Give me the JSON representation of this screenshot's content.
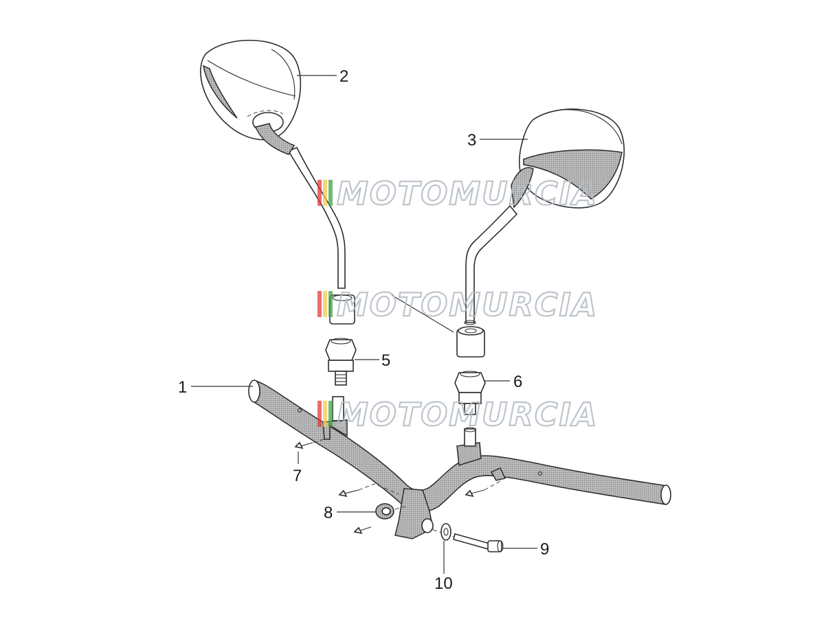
{
  "diagram": {
    "callouts": [
      {
        "id": "1",
        "label": "1"
      },
      {
        "id": "2",
        "label": "2"
      },
      {
        "id": "3",
        "label": "3"
      },
      {
        "id": "5",
        "label": "5"
      },
      {
        "id": "6",
        "label": "6"
      },
      {
        "id": "7",
        "label": "7"
      },
      {
        "id": "8",
        "label": "8"
      },
      {
        "id": "9",
        "label": "9"
      },
      {
        "id": "10",
        "label": "10"
      }
    ],
    "watermark": {
      "text": "MOTOMURCIA",
      "stripe_colors": [
        "#e23b3b",
        "#f2c94c",
        "#43a047"
      ]
    }
  }
}
